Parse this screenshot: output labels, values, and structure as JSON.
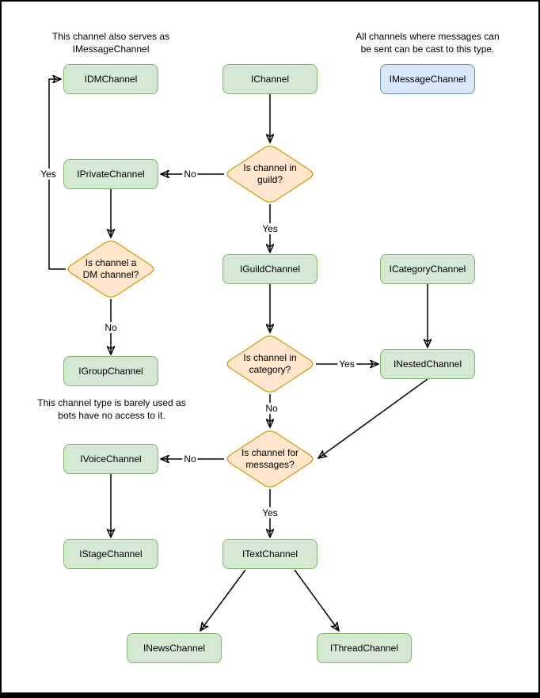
{
  "colors": {
    "green_fill": "#d5e8d4",
    "green_stroke": "#82b366",
    "orange_fill": "#ffe6cc",
    "orange_stroke": "#d79b00",
    "blue_fill": "#dae8fc",
    "blue_stroke": "#6c8ebf",
    "line": "#000000"
  },
  "notes": {
    "dm_note": {
      "line1": "This channel also serves as",
      "line2": "IMessageChannel"
    },
    "message_note": {
      "line1": "All channels where messages can",
      "line2": "be sent can be cast to this type."
    },
    "group_note": {
      "line1": "This channel type is barely used as",
      "line2": "bots have no access to it."
    }
  },
  "nodes": {
    "idm": {
      "label": "IDMChannel"
    },
    "ichannel": {
      "label": "IChannel"
    },
    "imessage": {
      "label": "IMessageChannel"
    },
    "iprivate": {
      "label": "IPrivateChannel"
    },
    "iguild": {
      "label": "IGuildChannel"
    },
    "icategory": {
      "label": "ICategoryChannel"
    },
    "igroup": {
      "label": "IGroupChannel"
    },
    "inested": {
      "label": "INestedChannel"
    },
    "ivoice": {
      "label": "IVoiceChannel"
    },
    "istage": {
      "label": "IStageChannel"
    },
    "itext": {
      "label": "ITextChannel"
    },
    "inews": {
      "label": "INewsChannel"
    },
    "ithread": {
      "label": "IThreadChannel"
    }
  },
  "decisions": {
    "in_guild": {
      "line1": "Is channel in",
      "line2": "guild?"
    },
    "is_dm": {
      "line1": "Is channel a",
      "line2": "DM channel?"
    },
    "in_category": {
      "line1": "Is channel in",
      "line2": "category?"
    },
    "for_messages": {
      "line1": "Is channel for",
      "line2": "messages?"
    }
  },
  "edge_labels": {
    "guild_no": "No",
    "guild_yes": "Yes",
    "dm_yes": "Yes",
    "dm_no": "No",
    "category_yes": "Yes",
    "category_no": "No",
    "messages_no": "No",
    "messages_yes": "Yes"
  }
}
